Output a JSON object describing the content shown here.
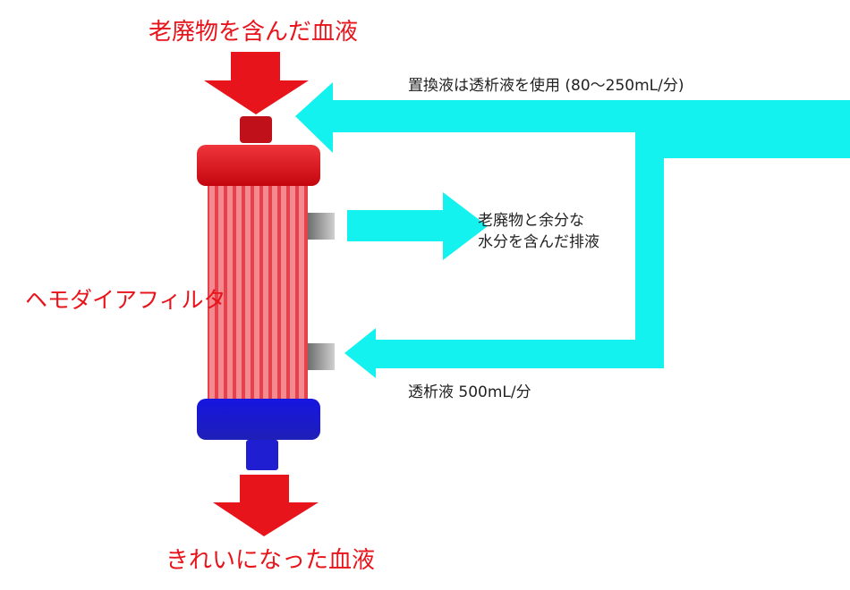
{
  "labels": {
    "waste_blood_in": "老廃物を含んだ血液",
    "clean_blood_out": "きれいになった血液",
    "filter_name": "ヘモダイアフィルタ",
    "replacement_fluid": "置換液は透析液を使用 (80〜250mL/分)",
    "drain_line1": "老廃物と余分な",
    "drain_line2": "水分を含んだ排液",
    "dialysate": "透析液 500mL/分"
  },
  "colors": {
    "blood_red": "#e8141b",
    "filter_top": "#d7101c",
    "filter_body": "#f27b80",
    "filter_bottom": "#1f1fd1",
    "fluid_cyan": "#13f2ef",
    "port_gray": "#7a7a7a"
  }
}
